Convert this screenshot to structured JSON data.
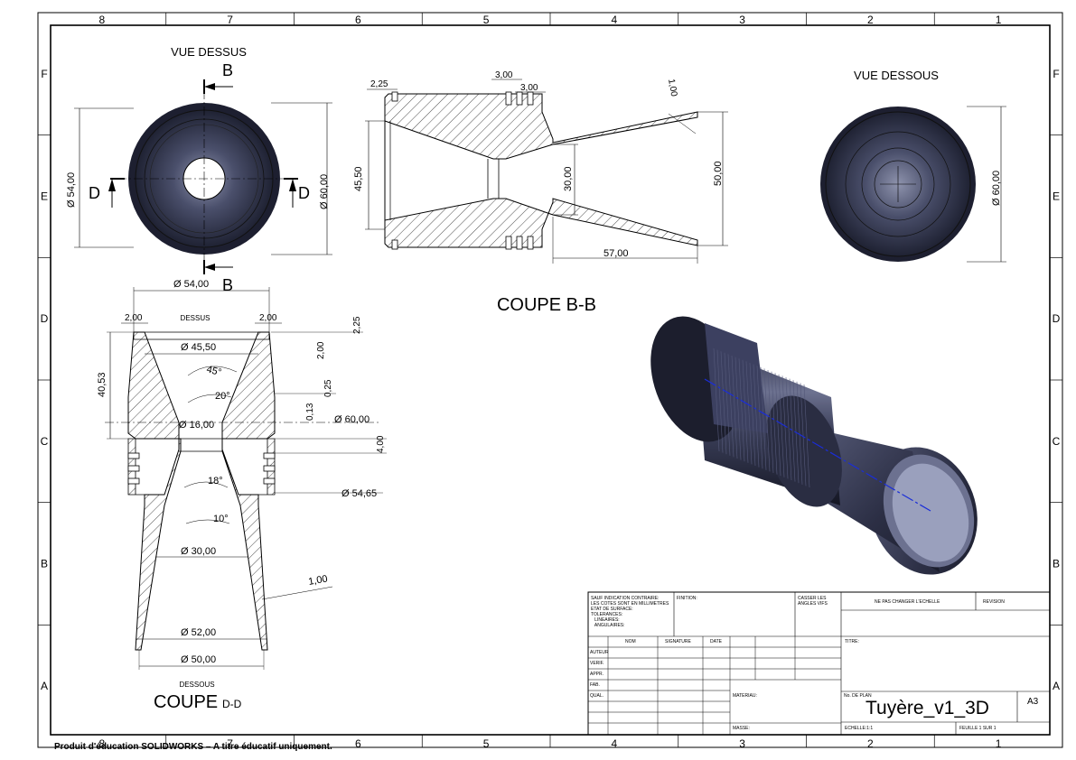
{
  "sheet": {
    "col_labels": [
      "8",
      "7",
      "6",
      "5",
      "4",
      "3",
      "2",
      "1"
    ],
    "row_labels": [
      "F",
      "E",
      "D",
      "C",
      "B",
      "A"
    ]
  },
  "views": {
    "top_title": "VUE DESSUS",
    "bottom_title": "VUE DESSOUS",
    "section_bb_title": "COUPE B-B",
    "section_dd_title": "COUPE",
    "section_dd_suffix": "D-D",
    "dessus_label": "DESSUS",
    "dessous_label": "DESSOUS",
    "cut_letter_b": "B",
    "cut_letter_d": "D"
  },
  "dimensions": {
    "top_view": [
      "Ø 54,00",
      "Ø 60,00"
    ],
    "bottom_view": [
      "Ø 60,00"
    ],
    "section_bb": [
      "2,25",
      "3,00",
      "3,00",
      "1,00",
      "45,50",
      "30,00",
      "50,00",
      "57,00"
    ],
    "section_dd": {
      "top_width": "Ø 54,00",
      "wall_left": "2,00",
      "wall_right": "2,00",
      "top_right": "2,25",
      "inner_top": "Ø 45,50",
      "step": "2,00",
      "height": "40,53",
      "angle_45": "45°",
      "angle_20": "20°",
      "d013": "0,13",
      "d025": "0,25",
      "outer_thread": "Ø 60,00",
      "throat": "Ø 16,00",
      "groove": "4,00",
      "angle_18": "18°",
      "groove_dia": "Ø 54,65",
      "angle_10": "10°",
      "exit_inner": "Ø 30,00",
      "wall_thk": "1,00",
      "exit_52": "Ø 52,00",
      "exit_50": "Ø 50,00"
    }
  },
  "title_block": {
    "general_notes": [
      "SAUF INDICATION CONTRAIRE:",
      "LES COTES SONT EN MILLIMETRES",
      "ETAT DE SURFACE:",
      "TOLERANCES:",
      "   LINEAIRES:",
      "   ANGULAIRES:"
    ],
    "finish": "FINITION:",
    "break_edges": [
      "CASSER LES",
      "ANGLES VIFS"
    ],
    "no_scale": "NE PAS CHANGER L'ECHELLE",
    "revision": "REVISION",
    "headers": [
      "NOM",
      "SIGNATURE",
      "DATE"
    ],
    "rows": [
      "AUTEUR",
      "VERIF.",
      "APPR.",
      "FAB.",
      "QUAL."
    ],
    "title_label": "TITRE:",
    "material": "MATERIAU:",
    "drawing_no_label": "No. DE PLAN",
    "drawing_no": "Tuyère_v1_3D",
    "size": "A3",
    "weight": "MASSE:",
    "scale": "ECHELLE:1:1",
    "sheet_no": "FEUILLE 1 SUR 1"
  },
  "edu_note": "Produit d'éducation SOLIDWORKS – A titre éducatif uniquement."
}
